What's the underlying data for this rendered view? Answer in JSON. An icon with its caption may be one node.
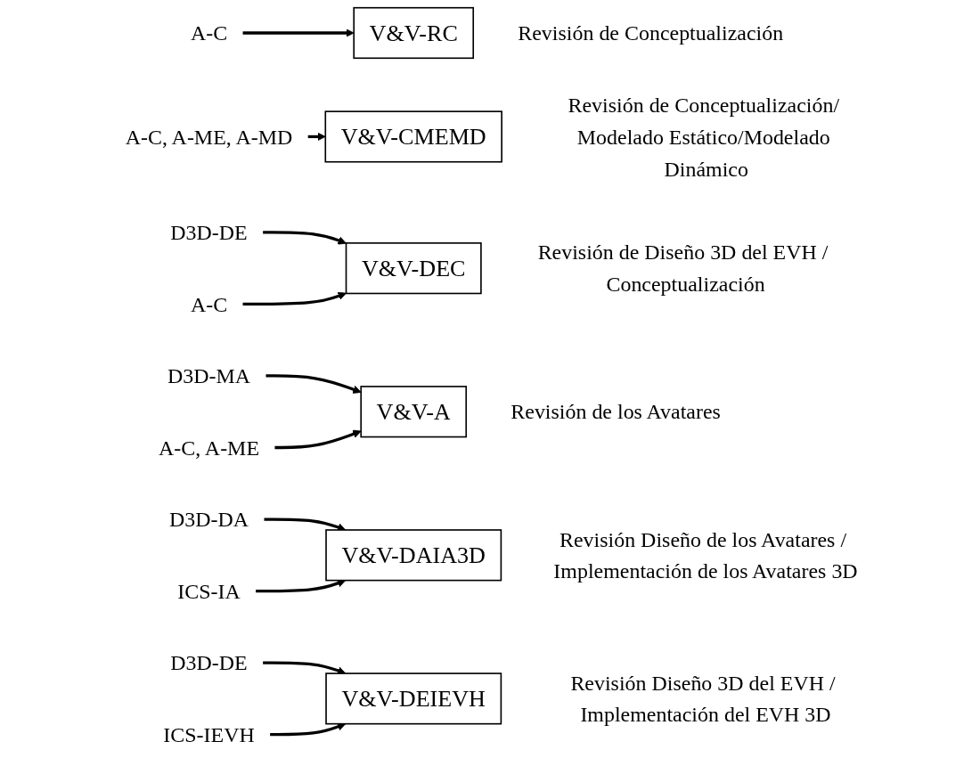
{
  "diagram": {
    "nodes": [
      {
        "text": [
          "A-C"
        ]
      },
      {
        "text": [
          "V&V-RC"
        ],
        "beside": [
          "Revisión de Conceptualización"
        ]
      },
      {
        "text": [
          "A-C, A-ME, A-MD"
        ]
      },
      {
        "text": [
          "V&V-CMEMD"
        ],
        "beside": [
          "Revisión de Conceptualización/ Modelado Estático/Modelado Dinámico"
        ]
      },
      {
        "text": [
          "D3D-DE"
        ]
      },
      {
        "text": [
          "A-C"
        ]
      },
      {
        "text": [
          "V&V-DEC"
        ],
        "beside": [
          "Revisión de Diseño 3D del EVH / Conceptualización"
        ]
      },
      {
        "text": [
          "D3D-MA"
        ]
      },
      {
        "text": [
          "A-C, A-ME"
        ]
      },
      {
        "text": [
          "V&V-A"
        ],
        "beside": [
          "Revisión de los Avatares"
        ]
      },
      {
        "text": [
          "D3D-DA"
        ]
      },
      {
        "text": [
          "ICS-IA"
        ]
      },
      {
        "text": [
          "V&V-DAIA3D"
        ],
        "beside": [
          "Revisión Diseño de los Avatares / Implementación de los Avatares 3D"
        ]
      },
      {
        "text": [
          "D3D-DE"
        ]
      },
      {
        "text": [
          "ICS-IEVH"
        ]
      },
      {
        "text": [
          "V&V-DEIEVH"
        ],
        "beside": [
          "Revisión Diseño 3D del EVH / Implementación del EVH 3D"
        ]
      }
    ],
    "edges": [
      {
        "from": 0,
        "to": 1,
        "arrow": "to"
      },
      {
        "from": 2,
        "to": 3,
        "arrow": "to"
      },
      {
        "from": 4,
        "to": 6,
        "arrow": "to"
      },
      {
        "from": 5,
        "to": 6,
        "arrow": "to"
      },
      {
        "from": 7,
        "to": 9,
        "arrow": "to"
      },
      {
        "from": 8,
        "to": 9,
        "arrow": "to"
      },
      {
        "from": 10,
        "to": 12,
        "arrow": "to"
      },
      {
        "from": 11,
        "to": 12,
        "arrow": "to"
      },
      {
        "from": 13,
        "to": 15,
        "arrow": "to"
      },
      {
        "from": 14,
        "to": 15,
        "arrow": "to"
      }
    ]
  }
}
